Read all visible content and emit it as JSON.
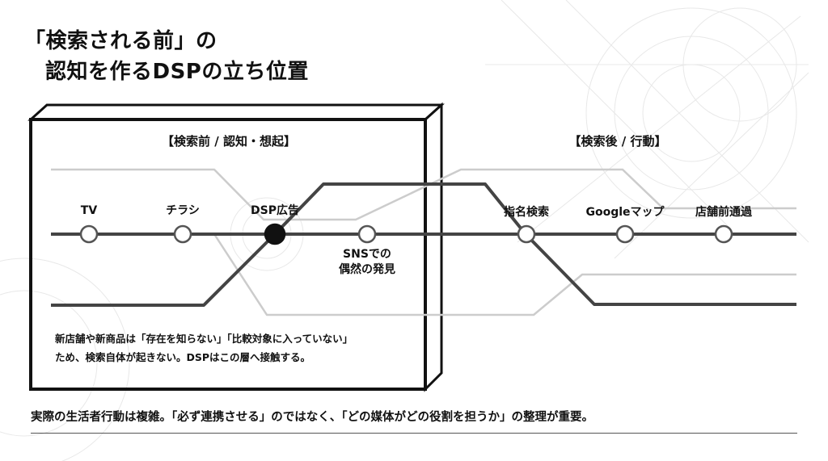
{
  "title": {
    "line1": "「検索される前」の",
    "line2": "認知を作るDSPの立ち位置"
  },
  "sections": {
    "before": "【検索前 / 認知・想起】",
    "after": "【検索後 / 行動】"
  },
  "stations": [
    {
      "label": "TV"
    },
    {
      "label": "チラシ"
    },
    {
      "label": "DSP広告",
      "highlight": true
    },
    {
      "label_lines": [
        "SNSでの",
        "偶然の発見"
      ]
    },
    {
      "label": "指名検索"
    },
    {
      "label": "Googleマップ"
    },
    {
      "label": "店舗前通過"
    }
  ],
  "note": {
    "line1": "新店舗や新商品は「存在を知らない」「比較対象に入っていない」",
    "line2": "ため、検索自体が起きない。DSPはこの層へ接触する。"
  },
  "footer": "実際の生活者行動は複雑。「必ず連携させる」のではなく、「どの媒体がどの役割を担うか」の整理が重要。",
  "colors": {
    "line_dark": "#444444",
    "line_light": "#cccccc",
    "station_fill": "#ffffff",
    "highlight_fill": "#111111"
  }
}
